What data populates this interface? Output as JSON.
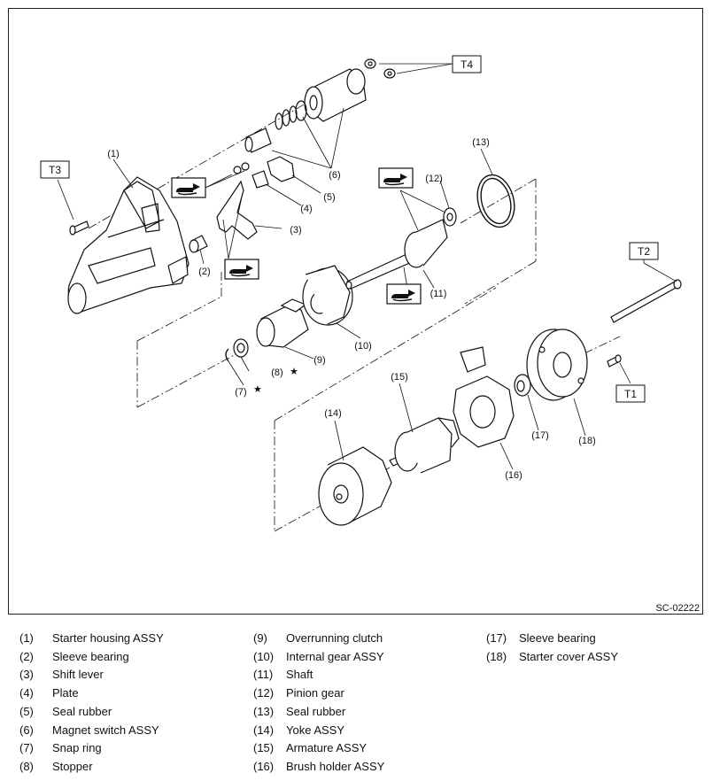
{
  "figure_code": "SC-02222",
  "torque_tags": {
    "t1": "T1",
    "t2": "T2",
    "t3": "T3",
    "t4": "T4"
  },
  "callouts": {
    "c1": "(1)",
    "c2": "(2)",
    "c3": "(3)",
    "c4": "(4)",
    "c5": "(5)",
    "c6": "(6)",
    "c7": "(7)",
    "c8": "(8)",
    "c9": "(9)",
    "c10": "(10)",
    "c11": "(11)",
    "c12": "(12)",
    "c13": "(13)",
    "c14": "(14)",
    "c15": "(15)",
    "c16": "(16)",
    "c17": "(17)",
    "c18": "(18)",
    "star": "★"
  },
  "legend": {
    "col1": [
      {
        "num": "(1)",
        "label": "Starter housing ASSY"
      },
      {
        "num": "(2)",
        "label": "Sleeve bearing"
      },
      {
        "num": "(3)",
        "label": "Shift lever"
      },
      {
        "num": "(4)",
        "label": "Plate"
      },
      {
        "num": "(5)",
        "label": "Seal rubber"
      },
      {
        "num": "(6)",
        "label": "Magnet switch ASSY"
      },
      {
        "num": "(7)",
        "label": "Snap ring"
      },
      {
        "num": "(8)",
        "label": "Stopper"
      }
    ],
    "col2": [
      {
        "num": "(9)",
        "label": "Overrunning clutch"
      },
      {
        "num": "(10)",
        "label": "Internal gear ASSY"
      },
      {
        "num": "(11)",
        "label": "Shaft"
      },
      {
        "num": "(12)",
        "label": "Pinion gear"
      },
      {
        "num": "(13)",
        "label": "Seal rubber"
      },
      {
        "num": "(14)",
        "label": "Yoke ASSY"
      },
      {
        "num": "(15)",
        "label": "Armature ASSY"
      },
      {
        "num": "(16)",
        "label": "Brush holder ASSY"
      }
    ],
    "col3": [
      {
        "num": "(17)",
        "label": "Sleeve bearing"
      },
      {
        "num": "(18)",
        "label": "Starter cover ASSY"
      }
    ]
  }
}
